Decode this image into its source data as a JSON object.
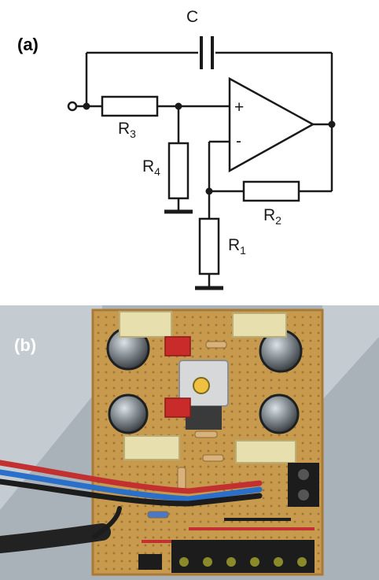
{
  "panel_a": {
    "label": "(a)",
    "components": {
      "capacitor": "C",
      "r3": {
        "base": "R",
        "sub": "3"
      },
      "r4": {
        "base": "R",
        "sub": "4"
      },
      "r2": {
        "base": "R",
        "sub": "2"
      },
      "r1": {
        "base": "R",
        "sub": "1"
      }
    },
    "opamp": {
      "plus": "+",
      "minus": "-"
    }
  },
  "panel_b": {
    "label": "(b)"
  },
  "colors": {
    "wire": "#1a1a1a",
    "board": "#c79a4e",
    "board_dark": "#a97a36",
    "capacitor_body": "#2e3236",
    "resistor_body": "#d8b27a",
    "terminal_block": "#1c1c1c",
    "film_cap": "#e8dfae",
    "red_cap": "#c92a2a",
    "cable_blue": "#2a6fc9",
    "cable_red": "#c23030",
    "heatsink": "#d6d8da"
  }
}
